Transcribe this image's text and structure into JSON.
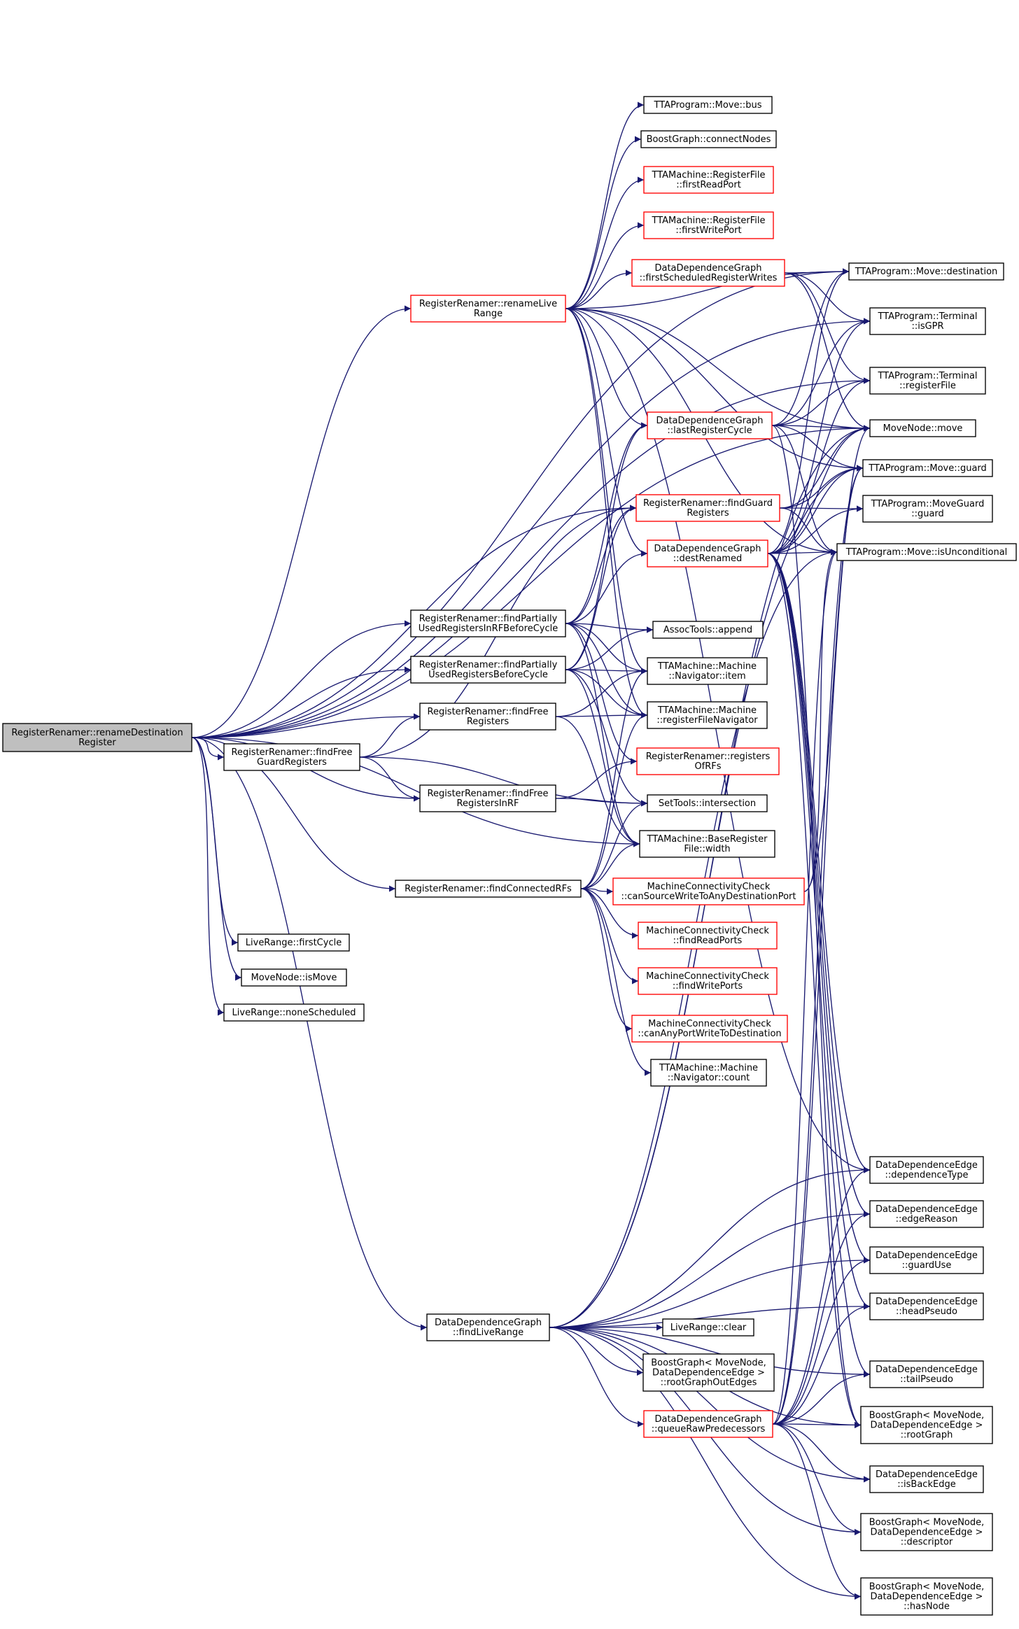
{
  "colors": {
    "edge": "#191970",
    "node_border_default": "#000000",
    "node_border_incomplete": "#ff0000",
    "root_fill": "#bfbfbf",
    "node_fill": "#ffffff"
  },
  "nodes": [
    {
      "id": "root",
      "lines": [
        "RegisterRenamer::renameDestination",
        "Register"
      ],
      "style": "root"
    },
    {
      "id": "rename_live_range",
      "lines": [
        "RegisterRenamer::renameLive",
        "Range"
      ],
      "style": "red"
    },
    {
      "id": "find_partially_rf",
      "lines": [
        "RegisterRenamer::findPartially",
        "UsedRegistersInRFBeforeCycle"
      ],
      "style": "black"
    },
    {
      "id": "find_partially",
      "lines": [
        "RegisterRenamer::findPartially",
        "UsedRegistersBeforeCycle"
      ],
      "style": "black"
    },
    {
      "id": "find_free_regs",
      "lines": [
        "RegisterRenamer::findFree",
        "Registers"
      ],
      "style": "black"
    },
    {
      "id": "find_free_guard",
      "lines": [
        "RegisterRenamer::findFree",
        "GuardRegisters"
      ],
      "style": "black"
    },
    {
      "id": "find_free_in_rf",
      "lines": [
        "RegisterRenamer::findFree",
        "RegistersInRF"
      ],
      "style": "black"
    },
    {
      "id": "find_connected",
      "lines": [
        "RegisterRenamer::findConnectedRFs"
      ],
      "style": "black"
    },
    {
      "id": "lr_first_cycle",
      "lines": [
        "LiveRange::firstCycle"
      ],
      "style": "black"
    },
    {
      "id": "mn_is_move",
      "lines": [
        "MoveNode::isMove"
      ],
      "style": "black"
    },
    {
      "id": "lr_none_scheduled",
      "lines": [
        "LiveRange::noneScheduled"
      ],
      "style": "black"
    },
    {
      "id": "ddg_find_live_range",
      "lines": [
        "DataDependenceGraph",
        "::findLiveRange"
      ],
      "style": "black"
    },
    {
      "id": "move_bus",
      "lines": [
        "TTAProgram::Move::bus"
      ],
      "style": "black"
    },
    {
      "id": "bg_connect_nodes",
      "lines": [
        "BoostGraph::connectNodes"
      ],
      "style": "black"
    },
    {
      "id": "rf_first_read",
      "lines": [
        "TTAMachine::RegisterFile",
        "::firstReadPort"
      ],
      "style": "red"
    },
    {
      "id": "rf_first_write",
      "lines": [
        "TTAMachine::RegisterFile",
        "::firstWritePort"
      ],
      "style": "red"
    },
    {
      "id": "ddg_first_sched",
      "lines": [
        "DataDependenceGraph",
        "::firstScheduledRegisterWrites"
      ],
      "style": "red"
    },
    {
      "id": "ddg_last_reg_cycle",
      "lines": [
        "DataDependenceGraph",
        "::lastRegisterCycle"
      ],
      "style": "red"
    },
    {
      "id": "rr_find_guard",
      "lines": [
        "RegisterRenamer::findGuard",
        "Registers"
      ],
      "style": "red"
    },
    {
      "id": "ddg_dest_renamed",
      "lines": [
        "DataDependenceGraph",
        "::destRenamed"
      ],
      "style": "red"
    },
    {
      "id": "assoc_append",
      "lines": [
        "AssocTools::append"
      ],
      "style": "black"
    },
    {
      "id": "nav_item",
      "lines": [
        "TTAMachine::Machine",
        "::Navigator::item"
      ],
      "style": "black"
    },
    {
      "id": "rf_navigator",
      "lines": [
        "TTAMachine::Machine",
        "::registerFileNavigator"
      ],
      "style": "black"
    },
    {
      "id": "rr_registers_of_rfs",
      "lines": [
        "RegisterRenamer::registers",
        "OfRFs"
      ],
      "style": "red"
    },
    {
      "id": "set_intersection",
      "lines": [
        "SetTools::intersection"
      ],
      "style": "black"
    },
    {
      "id": "base_rf_width",
      "lines": [
        "TTAMachine::BaseRegister",
        "File::width"
      ],
      "style": "black"
    },
    {
      "id": "mcc_can_source",
      "lines": [
        "MachineConnectivityCheck",
        "::canSourceWriteToAnyDestinationPort"
      ],
      "style": "red"
    },
    {
      "id": "mcc_find_read",
      "lines": [
        "MachineConnectivityCheck",
        "::findReadPorts"
      ],
      "style": "red"
    },
    {
      "id": "mcc_find_write",
      "lines": [
        "MachineConnectivityCheck",
        "::findWritePorts"
      ],
      "style": "red"
    },
    {
      "id": "mcc_can_any_port",
      "lines": [
        "MachineConnectivityCheck",
        "::canAnyPortWriteToDestination"
      ],
      "style": "red"
    },
    {
      "id": "nav_count",
      "lines": [
        "TTAMachine::Machine",
        "::Navigator::count"
      ],
      "style": "black"
    },
    {
      "id": "move_destination",
      "lines": [
        "TTAProgram::Move::destination"
      ],
      "style": "black"
    },
    {
      "id": "term_is_gpr",
      "lines": [
        "TTAProgram::Terminal",
        "::isGPR"
      ],
      "style": "black"
    },
    {
      "id": "term_register_file",
      "lines": [
        "TTAProgram::Terminal",
        "::registerFile"
      ],
      "style": "black"
    },
    {
      "id": "movenode_move",
      "lines": [
        "MoveNode::move"
      ],
      "style": "black"
    },
    {
      "id": "move_guard",
      "lines": [
        "TTAProgram::Move::guard"
      ],
      "style": "black"
    },
    {
      "id": "moveguard_guard",
      "lines": [
        "TTAProgram::MoveGuard",
        "::guard"
      ],
      "style": "black"
    },
    {
      "id": "move_is_uncond",
      "lines": [
        "TTAProgram::Move::isUnconditional"
      ],
      "style": "black"
    },
    {
      "id": "lr_clear",
      "lines": [
        "LiveRange::clear"
      ],
      "style": "black"
    },
    {
      "id": "bg_root_out_edges",
      "lines": [
        "BoostGraph< MoveNode,",
        "DataDependenceEdge >",
        "::rootGraphOutEdges"
      ],
      "style": "black"
    },
    {
      "id": "ddg_queue_raw",
      "lines": [
        "DataDependenceGraph",
        "::queueRawPredecessors"
      ],
      "style": "red"
    },
    {
      "id": "dde_dep_type",
      "lines": [
        "DataDependenceEdge",
        "::dependenceType"
      ],
      "style": "black"
    },
    {
      "id": "dde_edge_reason",
      "lines": [
        "DataDependenceEdge",
        "::edgeReason"
      ],
      "style": "black"
    },
    {
      "id": "dde_guard_use",
      "lines": [
        "DataDependenceEdge",
        "::guardUse"
      ],
      "style": "black"
    },
    {
      "id": "dde_head_pseudo",
      "lines": [
        "DataDependenceEdge",
        "::headPseudo"
      ],
      "style": "black"
    },
    {
      "id": "dde_tail_pseudo",
      "lines": [
        "DataDependenceEdge",
        "::tailPseudo"
      ],
      "style": "black"
    },
    {
      "id": "bg_root_graph",
      "lines": [
        "BoostGraph< MoveNode,",
        "DataDependenceEdge >",
        "::rootGraph"
      ],
      "style": "black"
    },
    {
      "id": "dde_is_back_edge",
      "lines": [
        "DataDependenceEdge",
        "::isBackEdge"
      ],
      "style": "black"
    },
    {
      "id": "bg_descriptor",
      "lines": [
        "BoostGraph< MoveNode,",
        "DataDependenceEdge >",
        "::descriptor"
      ],
      "style": "black"
    },
    {
      "id": "bg_has_node",
      "lines": [
        "BoostGraph< MoveNode,",
        "DataDependenceEdge >",
        "::hasNode"
      ],
      "style": "black"
    }
  ],
  "edges": [
    [
      "root",
      "rename_live_range"
    ],
    [
      "root",
      "find_partially_rf"
    ],
    [
      "root",
      "find_partially"
    ],
    [
      "root",
      "find_free_regs"
    ],
    [
      "root",
      "find_free_guard"
    ],
    [
      "root",
      "find_free_in_rf"
    ],
    [
      "root",
      "find_connected"
    ],
    [
      "root",
      "lr_first_cycle"
    ],
    [
      "root",
      "mn_is_move"
    ],
    [
      "root",
      "lr_none_scheduled"
    ],
    [
      "root",
      "ddg_find_live_range"
    ],
    [
      "root",
      "move_destination"
    ],
    [
      "root",
      "term_is_gpr"
    ],
    [
      "root",
      "term_register_file"
    ],
    [
      "root",
      "movenode_move"
    ],
    [
      "root",
      "base_rf_width"
    ],
    [
      "root",
      "rr_find_guard"
    ],
    [
      "rename_live_range",
      "move_bus"
    ],
    [
      "rename_live_range",
      "bg_connect_nodes"
    ],
    [
      "rename_live_range",
      "rf_first_read"
    ],
    [
      "rename_live_range",
      "rf_first_write"
    ],
    [
      "rename_live_range",
      "ddg_first_sched"
    ],
    [
      "rename_live_range",
      "ddg_last_reg_cycle"
    ],
    [
      "rename_live_range",
      "ddg_dest_renamed"
    ],
    [
      "rename_live_range",
      "move_destination"
    ],
    [
      "rename_live_range",
      "movenode_move"
    ],
    [
      "rename_live_range",
      "move_guard"
    ],
    [
      "rename_live_range",
      "move_is_uncond"
    ],
    [
      "rename_live_range",
      "nav_item"
    ],
    [
      "rename_live_range",
      "rf_navigator"
    ],
    [
      "rename_live_range",
      "dde_dep_type"
    ],
    [
      "ddg_first_sched",
      "move_destination"
    ],
    [
      "ddg_first_sched",
      "term_is_gpr"
    ],
    [
      "ddg_first_sched",
      "term_register_file"
    ],
    [
      "ddg_first_sched",
      "movenode_move"
    ],
    [
      "ddg_last_reg_cycle",
      "move_destination"
    ],
    [
      "ddg_last_reg_cycle",
      "term_is_gpr"
    ],
    [
      "ddg_last_reg_cycle",
      "term_register_file"
    ],
    [
      "ddg_last_reg_cycle",
      "movenode_move"
    ],
    [
      "ddg_last_reg_cycle",
      "move_guard"
    ],
    [
      "ddg_last_reg_cycle",
      "move_is_uncond"
    ],
    [
      "ddg_last_reg_cycle",
      "bg_root_graph"
    ],
    [
      "rr_find_guard",
      "movenode_move"
    ],
    [
      "rr_find_guard",
      "move_guard"
    ],
    [
      "rr_find_guard",
      "moveguard_guard"
    ],
    [
      "rr_find_guard",
      "move_is_uncond"
    ],
    [
      "ddg_dest_renamed",
      "movenode_move"
    ],
    [
      "ddg_dest_renamed",
      "move_guard"
    ],
    [
      "ddg_dest_renamed",
      "moveguard_guard"
    ],
    [
      "ddg_dest_renamed",
      "move_is_uncond"
    ],
    [
      "ddg_dest_renamed",
      "term_is_gpr"
    ],
    [
      "ddg_dest_renamed",
      "term_register_file"
    ],
    [
      "ddg_dest_renamed",
      "move_destination"
    ],
    [
      "ddg_dest_renamed",
      "dde_dep_type"
    ],
    [
      "ddg_dest_renamed",
      "dde_edge_reason"
    ],
    [
      "ddg_dest_renamed",
      "dde_guard_use"
    ],
    [
      "ddg_dest_renamed",
      "dde_head_pseudo"
    ],
    [
      "ddg_dest_renamed",
      "dde_tail_pseudo"
    ],
    [
      "ddg_dest_renamed",
      "bg_root_graph"
    ],
    [
      "find_partially_rf",
      "assoc_append"
    ],
    [
      "find_partially_rf",
      "nav_item"
    ],
    [
      "find_partially_rf",
      "rf_navigator"
    ],
    [
      "find_partially_rf",
      "ddg_last_reg_cycle"
    ],
    [
      "find_partially_rf",
      "rr_find_guard"
    ],
    [
      "find_partially_rf",
      "ddg_dest_renamed"
    ],
    [
      "find_partially_rf",
      "rr_registers_of_rfs"
    ],
    [
      "find_partially_rf",
      "base_rf_width"
    ],
    [
      "find_partially",
      "assoc_append"
    ],
    [
      "find_partially",
      "nav_item"
    ],
    [
      "find_partially",
      "rf_navigator"
    ],
    [
      "find_partially",
      "ddg_last_reg_cycle"
    ],
    [
      "find_partially",
      "rr_find_guard"
    ],
    [
      "find_partially",
      "set_intersection"
    ],
    [
      "find_partially",
      "base_rf_width"
    ],
    [
      "find_free_regs",
      "nav_item"
    ],
    [
      "find_free_regs",
      "rf_navigator"
    ],
    [
      "find_free_regs",
      "base_rf_width"
    ],
    [
      "find_free_guard",
      "find_free_regs"
    ],
    [
      "find_free_guard",
      "find_free_in_rf"
    ],
    [
      "find_free_guard",
      "set_intersection"
    ],
    [
      "find_free_guard",
      "rr_find_guard"
    ],
    [
      "find_free_in_rf",
      "rr_registers_of_rfs"
    ],
    [
      "find_free_in_rf",
      "set_intersection"
    ],
    [
      "find_connected",
      "mcc_can_source"
    ],
    [
      "find_connected",
      "mcc_find_read"
    ],
    [
      "find_connected",
      "mcc_find_write"
    ],
    [
      "find_connected",
      "mcc_can_any_port"
    ],
    [
      "find_connected",
      "nav_count"
    ],
    [
      "find_connected",
      "base_rf_width"
    ],
    [
      "find_connected",
      "nav_item"
    ],
    [
      "find_connected",
      "rf_navigator"
    ],
    [
      "find_connected",
      "set_intersection"
    ],
    [
      "mcc_can_source",
      "move_is_uncond"
    ],
    [
      "mcc_can_source",
      "move_guard"
    ],
    [
      "ddg_find_live_range",
      "lr_clear"
    ],
    [
      "ddg_find_live_range",
      "bg_root_out_edges"
    ],
    [
      "ddg_find_live_range",
      "ddg_queue_raw"
    ],
    [
      "ddg_find_live_range",
      "dde_dep_type"
    ],
    [
      "ddg_find_live_range",
      "dde_edge_reason"
    ],
    [
      "ddg_find_live_range",
      "dde_guard_use"
    ],
    [
      "ddg_find_live_range",
      "dde_head_pseudo"
    ],
    [
      "ddg_find_live_range",
      "dde_tail_pseudo"
    ],
    [
      "ddg_find_live_range",
      "bg_root_graph"
    ],
    [
      "ddg_find_live_range",
      "dde_is_back_edge"
    ],
    [
      "ddg_find_live_range",
      "bg_descriptor"
    ],
    [
      "ddg_find_live_range",
      "bg_has_node"
    ],
    [
      "ddg_find_live_range",
      "movenode_move"
    ],
    [
      "ddg_find_live_range",
      "move_guard"
    ],
    [
      "ddg_find_live_range",
      "move_is_uncond"
    ],
    [
      "ddg_queue_raw",
      "dde_dep_type"
    ],
    [
      "ddg_queue_raw",
      "dde_edge_reason"
    ],
    [
      "ddg_queue_raw",
      "dde_guard_use"
    ],
    [
      "ddg_queue_raw",
      "dde_head_pseudo"
    ],
    [
      "ddg_queue_raw",
      "dde_tail_pseudo"
    ],
    [
      "ddg_queue_raw",
      "bg_root_graph"
    ],
    [
      "ddg_queue_raw",
      "dde_is_back_edge"
    ],
    [
      "ddg_queue_raw",
      "bg_descriptor"
    ],
    [
      "ddg_queue_raw",
      "bg_has_node"
    ],
    [
      "ddg_queue_raw",
      "movenode_move"
    ],
    [
      "ddg_queue_raw",
      "move_guard"
    ],
    [
      "ddg_queue_raw",
      "move_is_uncond"
    ]
  ]
}
